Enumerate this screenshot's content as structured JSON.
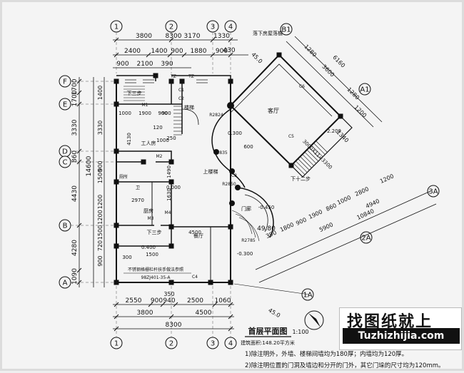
{
  "grid_top": [
    "1",
    "2",
    "3",
    "4"
  ],
  "grid_bottom": [
    "1",
    "2",
    "3",
    "4"
  ],
  "grid_left": [
    "F",
    "E",
    "D",
    "C",
    "B",
    "A"
  ],
  "grid_right": [
    "B1",
    "A1",
    "3A",
    "2A",
    "1A"
  ],
  "dims_top_row1": [
    "3800",
    "3170",
    "1330"
  ],
  "dims_top_total": "8300",
  "dims_top_row2": [
    "2400",
    "1400",
    "900",
    "1880",
    "900"
  ],
  "dims_top_row3": [
    "900",
    "2100",
    "390",
    "430"
  ],
  "dims_bottom_row1": [
    "2550",
    "900",
    "940",
    "2500",
    "1060"
  ],
  "dims_bottom_row2": [
    "3800",
    "4500"
  ],
  "dims_bottom_total": "8300",
  "dims_left_outer": [
    "1700",
    "1700",
    "3330",
    "860",
    "4430",
    "4280",
    "1090"
  ],
  "dims_left_total": "14600",
  "dims_left_inner": [
    "1400",
    "3330",
    "900",
    "1500",
    "1200",
    "1200",
    "1500",
    "720",
    "900"
  ],
  "dims_right_angled": [
    "1280",
    "6160",
    "3600",
    "1280",
    "1200",
    "1340"
  ],
  "dims_lower_right_row1": [
    "1200",
    "2800",
    "1000",
    "860",
    "1900",
    "900",
    "1800",
    "390"
  ],
  "dims_lower_right_row2": [
    "4940"
  ],
  "dims_lower_right_row3": [
    "5900",
    "10840"
  ],
  "interior_dims": [
    "1000",
    "1900",
    "900",
    "4130",
    "2970",
    "1630",
    "1490",
    "4500",
    "0.300",
    "0.400",
    "1500",
    "300",
    "600",
    "1000",
    "900",
    "0.000",
    "-0.450",
    "2.200",
    "-0.300",
    "250",
    "120"
  ],
  "room_labels": [
    "客厅",
    "下三步",
    "厨房",
    "上楼梯",
    "餐厅",
    "门廊",
    "下十二步",
    "工人房",
    "楼梯",
    "厕所",
    "卫",
    "下三步"
  ],
  "misc_labels": [
    "C1",
    "C2",
    "C3",
    "C4",
    "C5",
    "C6",
    "M1",
    "M2",
    "M3",
    "M4",
    "TZ",
    "TZ",
    "R2824",
    "R1835",
    "R2850",
    "R2785"
  ],
  "angle_labels": [
    "45.0",
    "45.0",
    "49.80"
  ],
  "top_note": "落下房屋落檐",
  "section_note": "3000X11=3300",
  "detail_note": "不锈钢格栅栏杆扶手做法参照\n98ZJ401-35-A",
  "title": "首层平面图",
  "scale": "1:100",
  "area": "建筑面积:148.20平方米",
  "notes": [
    "1)除注明外，外墙、楼梯间墙均为180厚；内墙均为120厚。",
    "2)除注明位置的门洞及墙边和分开的门外，其它门垛的尺寸均为120mm。"
  ],
  "watermark_big": "找图纸就上",
  "watermark_url": "Tuzhizhijia.com"
}
